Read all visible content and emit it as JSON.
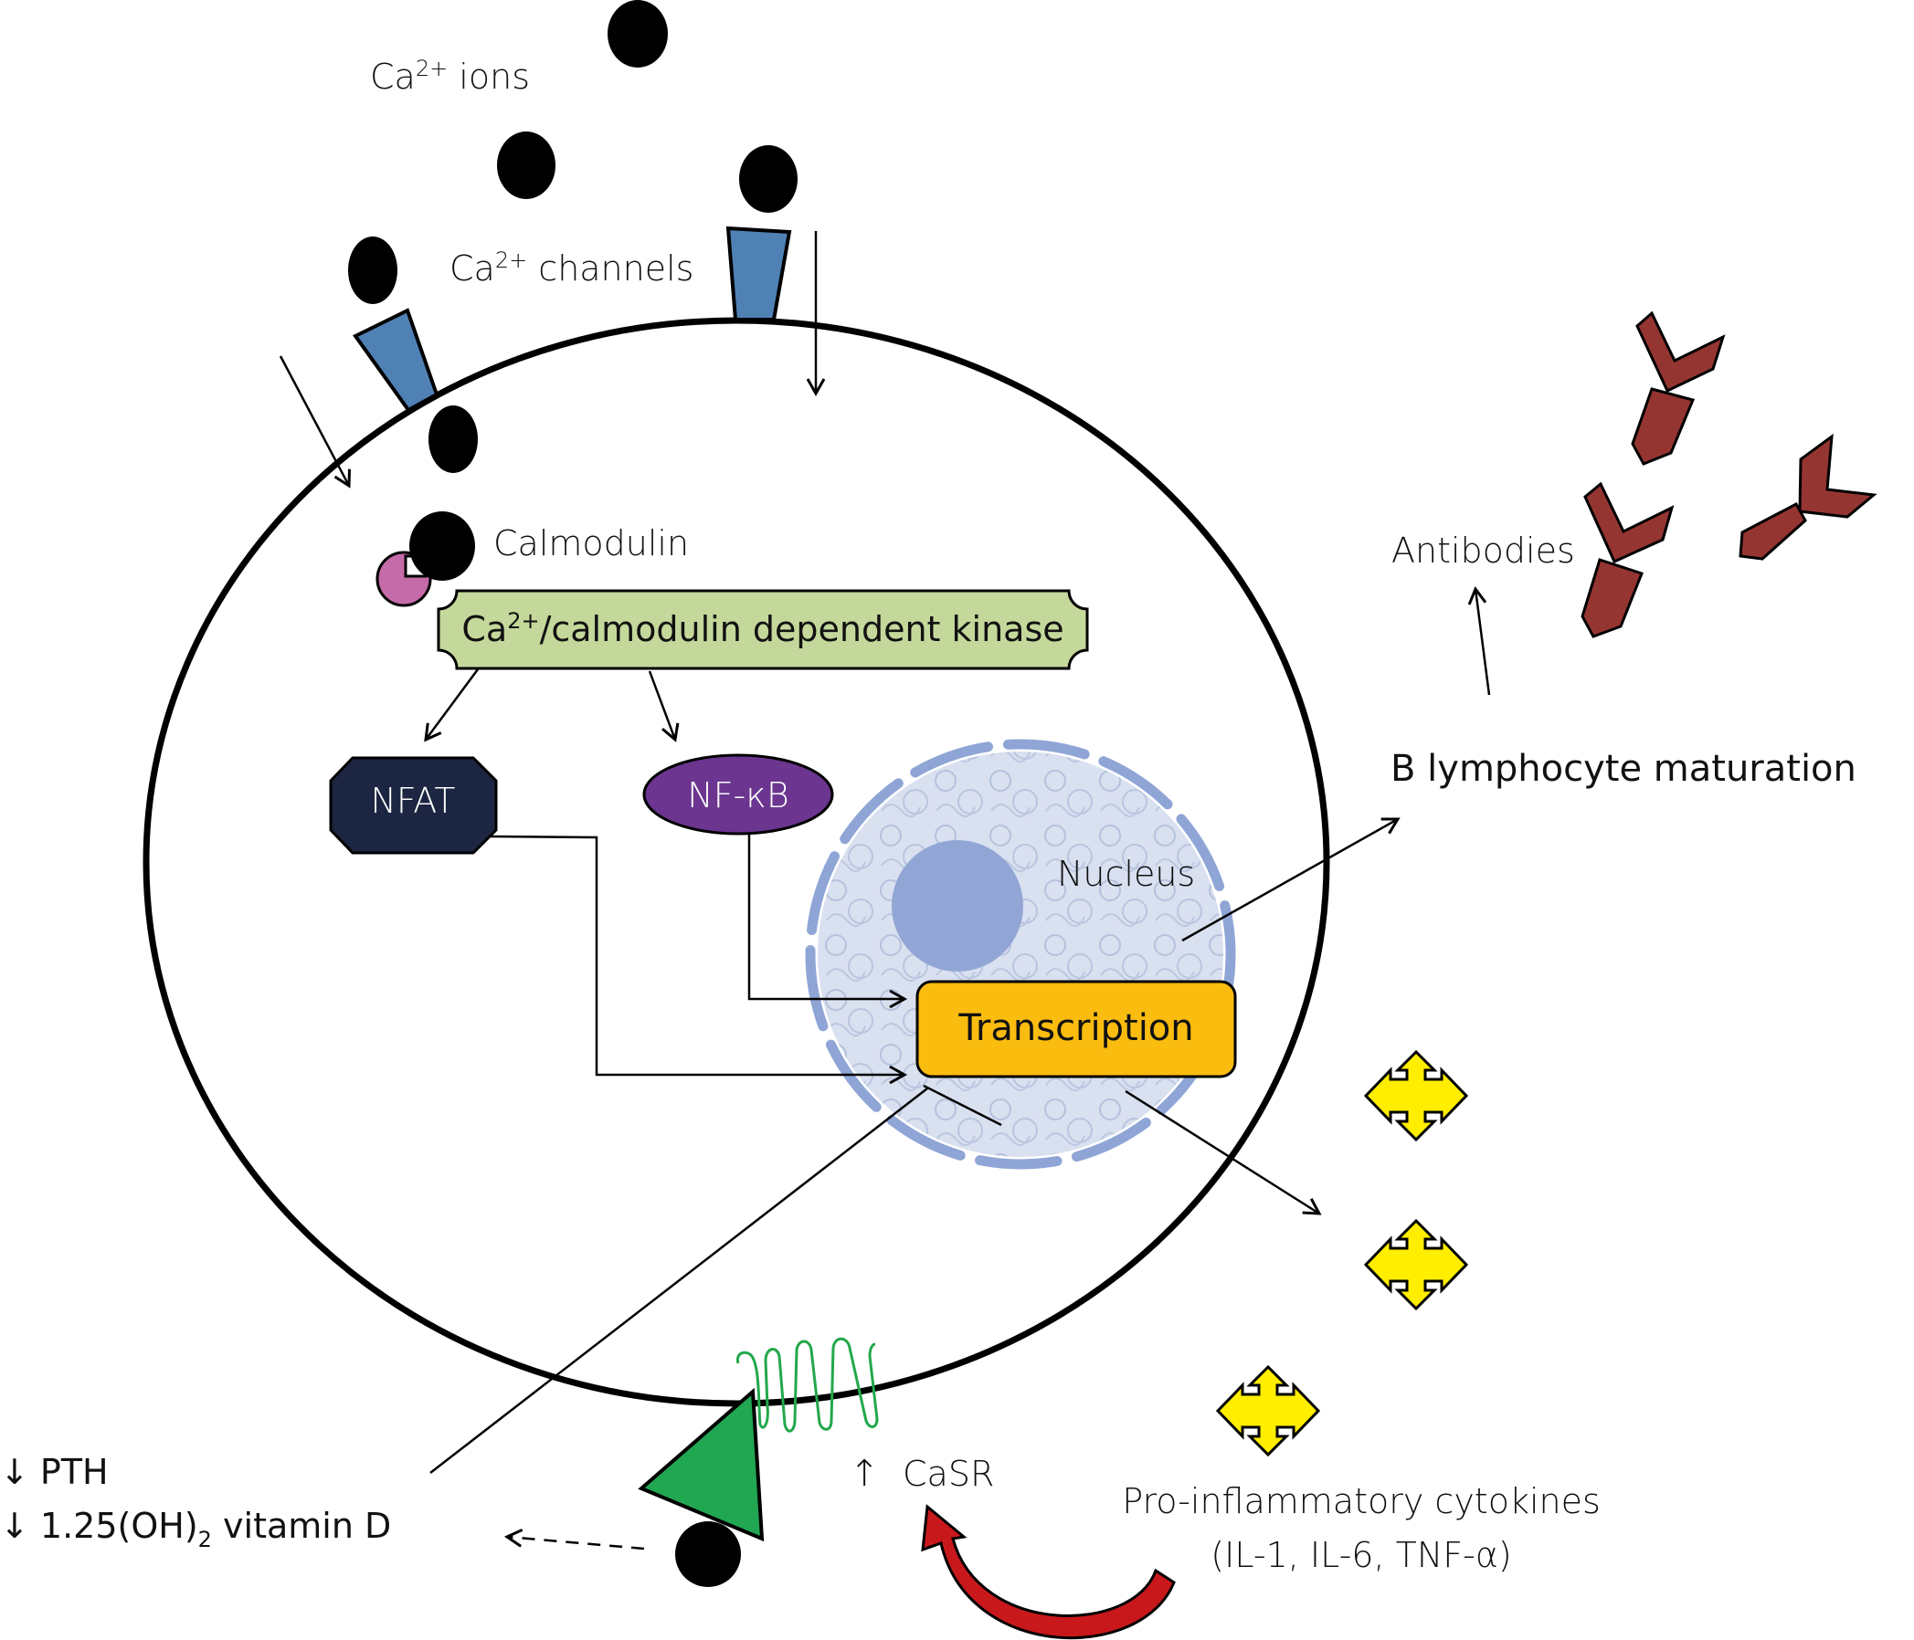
{
  "labels": {
    "ca_ions": "Ca",
    "ca_ions_sup": "2+",
    "ca_ions_suffix": " ions",
    "ca_channels": "Ca",
    "ca_channels_sup": "2+",
    "ca_channels_suffix": " channels",
    "calmodulin": "Calmodulin",
    "kinase_prefix": "Ca",
    "kinase_sup": "2+",
    "kinase_suffix": "/calmodulin dependent kinase",
    "nfat": "NFAT",
    "nfkb": "NF-κB",
    "nucleus": "Nucleus",
    "transcription": "Transcription",
    "antibodies": "Antibodies",
    "b_lymphocyte": "B lymphocyte maturation",
    "pth": "↓ PTH",
    "vitd_prefix": "↓ 1.25(OH)",
    "vitd_sub": "2",
    "vitd_suffix": " vitamin D",
    "casr_arrow": "↑",
    "casr": "CaSR",
    "cytokines_line1": "Pro-inflammatory cytokines",
    "cytokines_line2": "(IL-1, IL-6, TNF-α)"
  },
  "colors": {
    "ca_ion": "#000000",
    "channel": "#4f81b5",
    "calmodulin": "#c46ba8",
    "kinase_fill": "#c4d89b",
    "nfat_fill": "#1c2541",
    "nfkb_fill": "#6b3590",
    "nucleus_fill": "#d9e0f0",
    "nucleus_border": "#8fa5d6",
    "nucleolus": "#92a6d6",
    "transcription_fill": "#fbbc10",
    "antibody": "#953531",
    "cytokine": "#ffee00",
    "casr_coil": "#22a84a",
    "ligand_triangle": "#21a652",
    "red_arrow": "#c9181c"
  }
}
